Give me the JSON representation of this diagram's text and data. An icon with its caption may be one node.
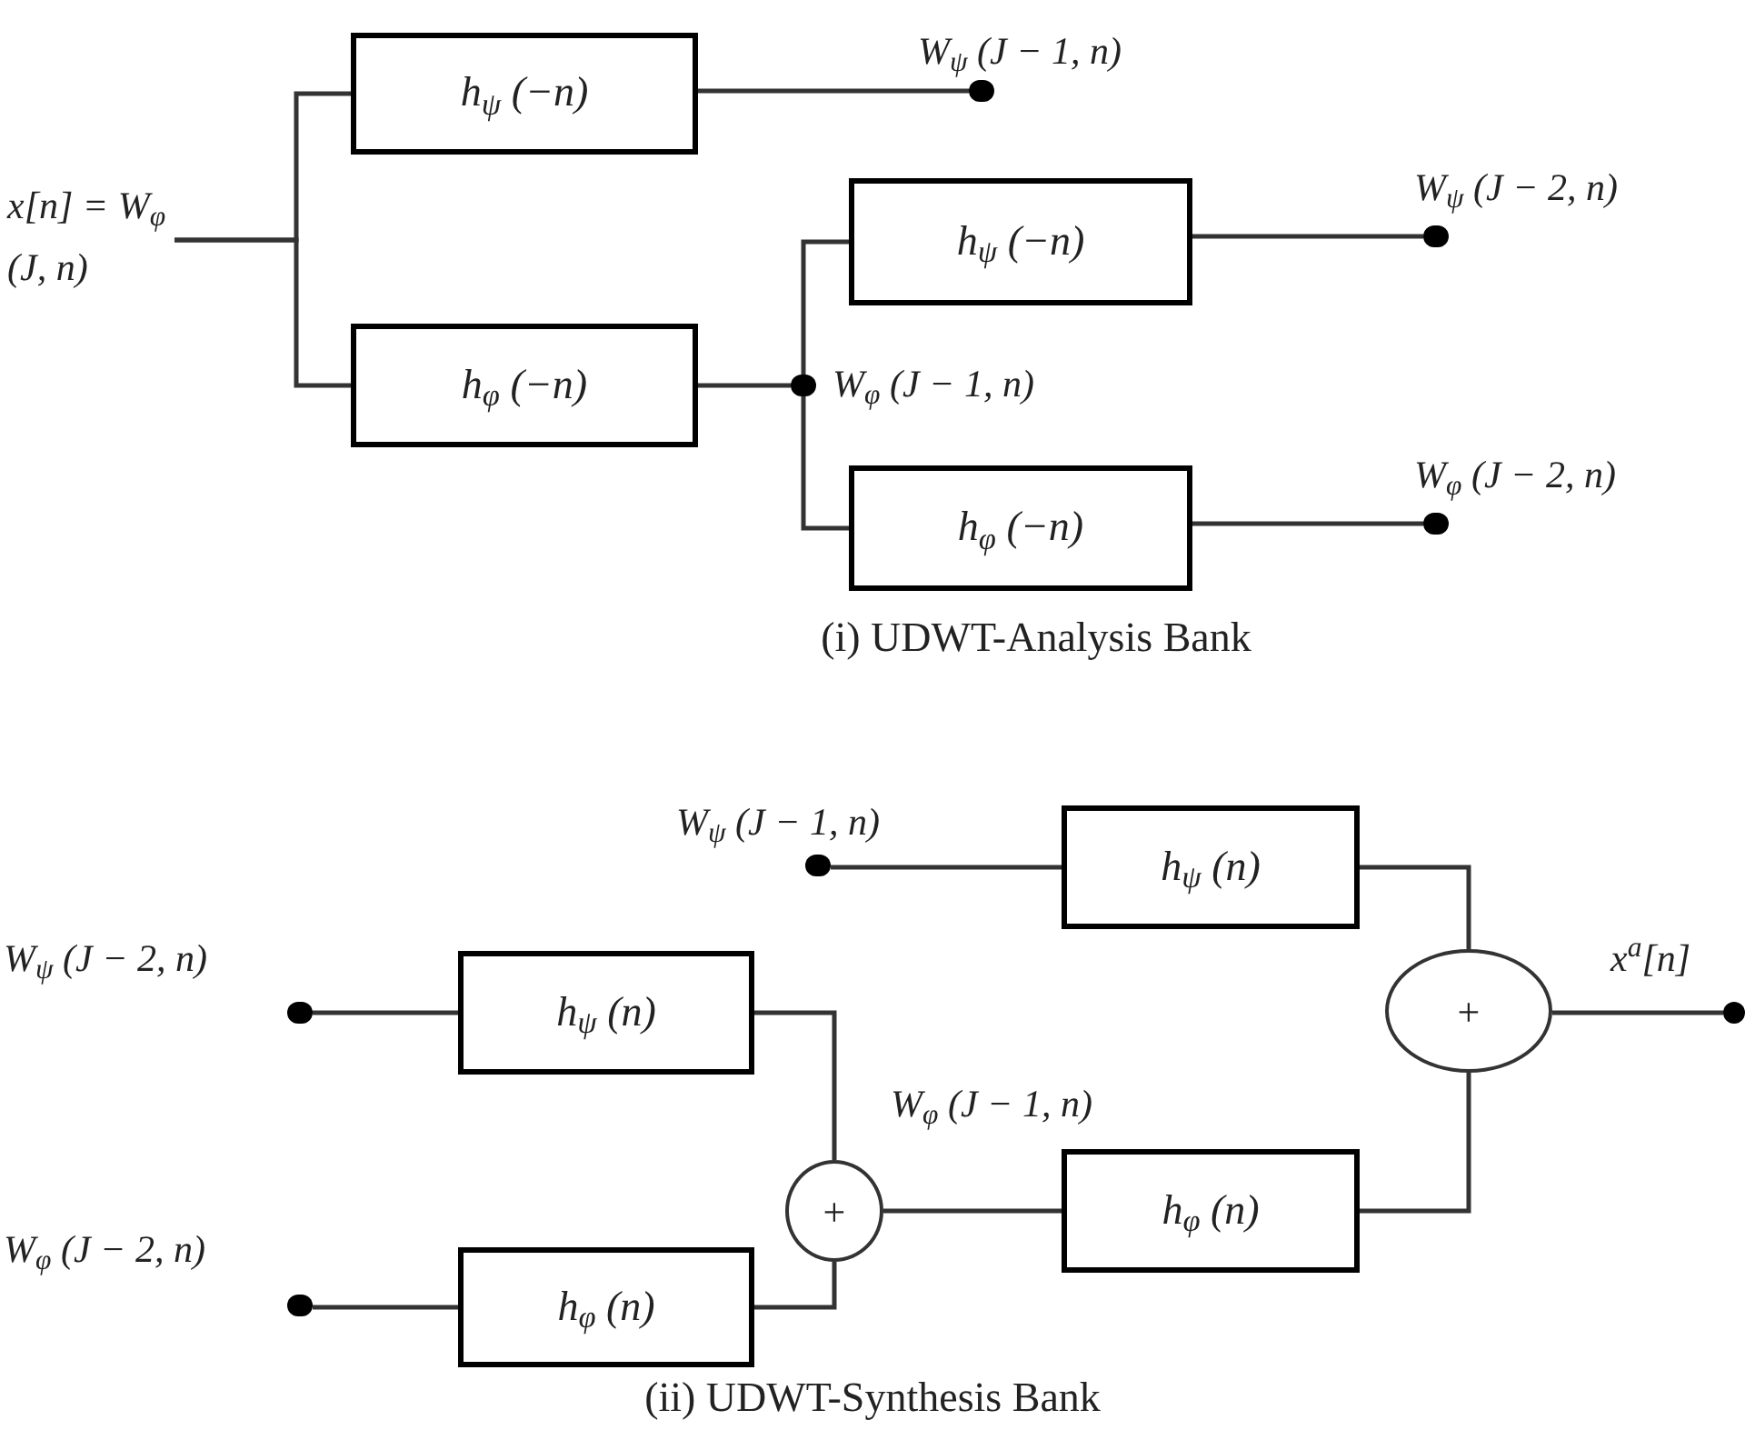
{
  "diagram": {
    "nodes": [
      {
        "text": [
          "x[n] = W$_{φ}$ (J, n)"
        ]
      },
      {
        "text": [
          "h$_{ψ}$ (−n)"
        ]
      },
      {
        "text": [
          "h$_{φ}$ (−n)"
        ]
      },
      {
        "text": [],
        "shape": "circle",
        "beside": [
          "W$_{ψ}$ (J − 1, n)"
        ]
      },
      {
        "text": [],
        "shape": "circle",
        "beside": [
          "W$_{φ}$ (J − 1, n)"
        ]
      },
      {
        "text": [
          "h$_{ψ}$ (−n)"
        ]
      },
      {
        "text": [
          "h$_{φ}$ (−n)"
        ]
      },
      {
        "text": [],
        "shape": "circle",
        "beside": [
          "W$_{ψ}$ (J − 2, n)"
        ]
      },
      {
        "text": [],
        "shape": "circle",
        "beside": [
          "W$_{φ}$ (J − 2, n)"
        ]
      },
      {
        "text": [],
        "shape": "circle",
        "beside": [
          "W$_{ψ}$ (J − 1, n)"
        ]
      },
      {
        "text": [
          "h$_{ψ}$ (n)"
        ]
      },
      {
        "text": [],
        "shape": "circle",
        "beside": [
          "W$_{ψ}$ (J − 2, n)"
        ]
      },
      {
        "text": [
          "h$_{ψ}$ (n)"
        ]
      },
      {
        "text": [],
        "shape": "circle",
        "beside": [
          "W$_{φ}$ (J − 2, n)"
        ]
      },
      {
        "text": [
          "h$_{φ}$ (n)"
        ]
      },
      {
        "text": [
          "+"
        ]
      },
      {
        "text": [
          "h$_{φ}$ (n)"
        ]
      },
      {
        "text": [
          "+"
        ]
      },
      {
        "text": [],
        "shape": "circle",
        "beside": [
          "x$^{a}$[n]"
        ]
      }
    ],
    "edges": [
      {
        "from": 0,
        "to": 1,
        "arrow": "none"
      },
      {
        "from": 0,
        "to": 2,
        "arrow": "none"
      },
      {
        "from": 1,
        "to": 3,
        "arrow": "none"
      },
      {
        "from": 2,
        "to": 4,
        "arrow": "none"
      },
      {
        "from": 4,
        "to": 5,
        "arrow": "none"
      },
      {
        "from": 4,
        "to": 6,
        "arrow": "none"
      },
      {
        "from": 5,
        "to": 7,
        "arrow": "none"
      },
      {
        "from": 6,
        "to": 8,
        "arrow": "none"
      },
      {
        "from": 9,
        "to": 10,
        "arrow": "none"
      },
      {
        "from": 11,
        "to": 12,
        "arrow": "none"
      },
      {
        "from": 13,
        "to": 14,
        "arrow": "none"
      },
      {
        "from": 12,
        "to": 15,
        "arrow": "none"
      },
      {
        "from": 14,
        "to": 15,
        "arrow": "none"
      },
      {
        "from": 15,
        "to": 16,
        "arrow": "none",
        "label": "W$_{φ}$ (J − 1, n)"
      },
      {
        "from": 10,
        "to": 17,
        "arrow": "none"
      },
      {
        "from": 16,
        "to": 17,
        "arrow": "none"
      },
      {
        "from": 17,
        "to": 18,
        "arrow": "none"
      }
    ],
    "labels": [
      "(i) UDWT-Analysis Bank",
      "(ii) UDWT-Synthesis Bank"
    ]
  }
}
